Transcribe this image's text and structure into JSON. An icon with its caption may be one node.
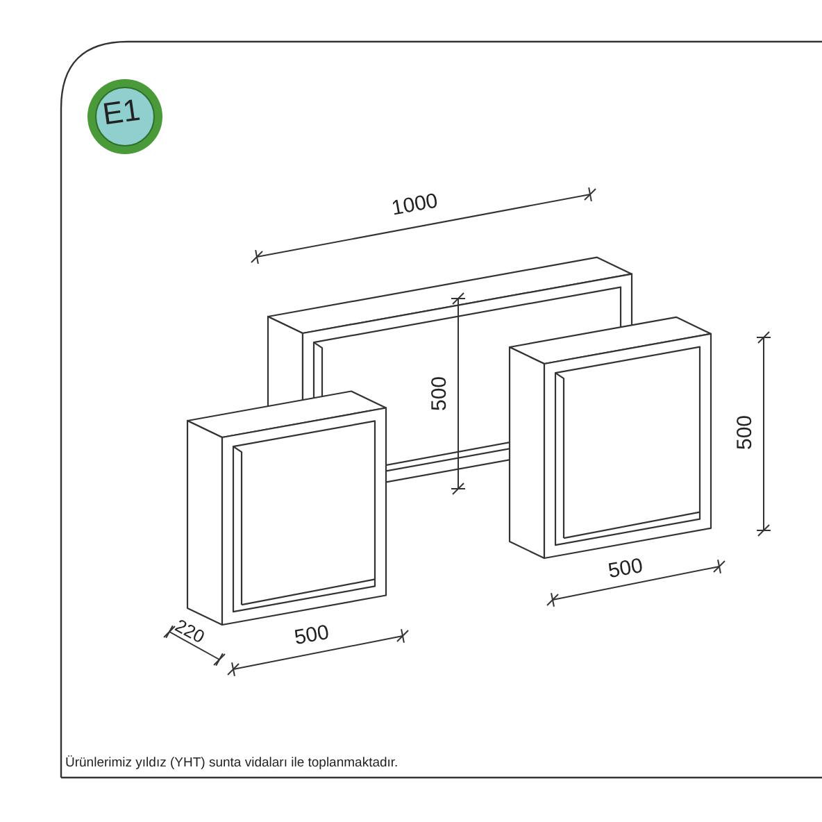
{
  "diagram": {
    "labels": [
      "E1",
      "1000",
      "500",
      "500",
      "500",
      "220",
      "500",
      "Ürünlerimiz yıldız (YHT) sunta vidaları ile toplanmaktadır."
    ]
  }
}
